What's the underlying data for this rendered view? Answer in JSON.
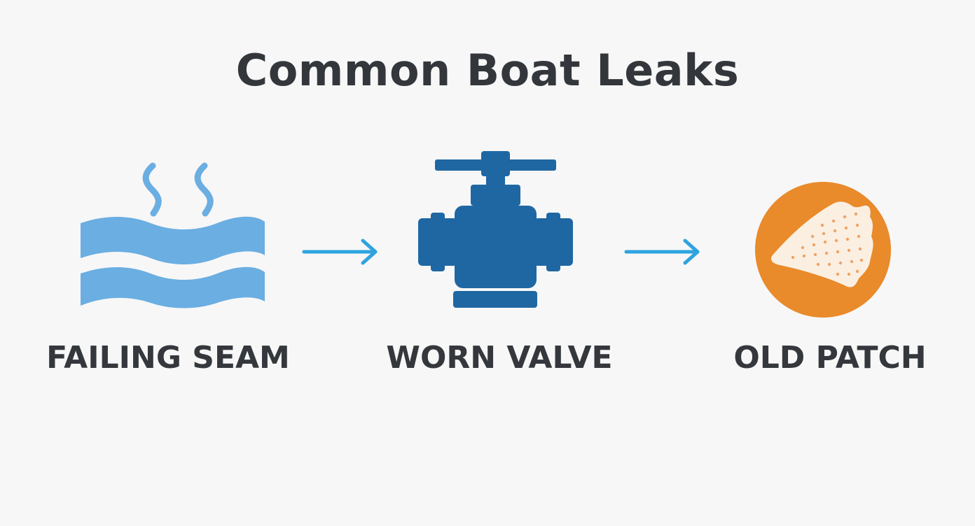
{
  "title": "Common Boat Leaks",
  "steps": [
    {
      "label": "FAILING SEAM",
      "icon": "water-waves-icon",
      "color": "#6aaee2"
    },
    {
      "label": "WORN VALVE",
      "icon": "valve-icon",
      "color": "#1f67a3"
    },
    {
      "label": "OLD PATCH",
      "icon": "patch-icon",
      "color": "#e98a2b"
    }
  ],
  "arrow_color": "#2fa3e0",
  "background": "#f7f7f7"
}
